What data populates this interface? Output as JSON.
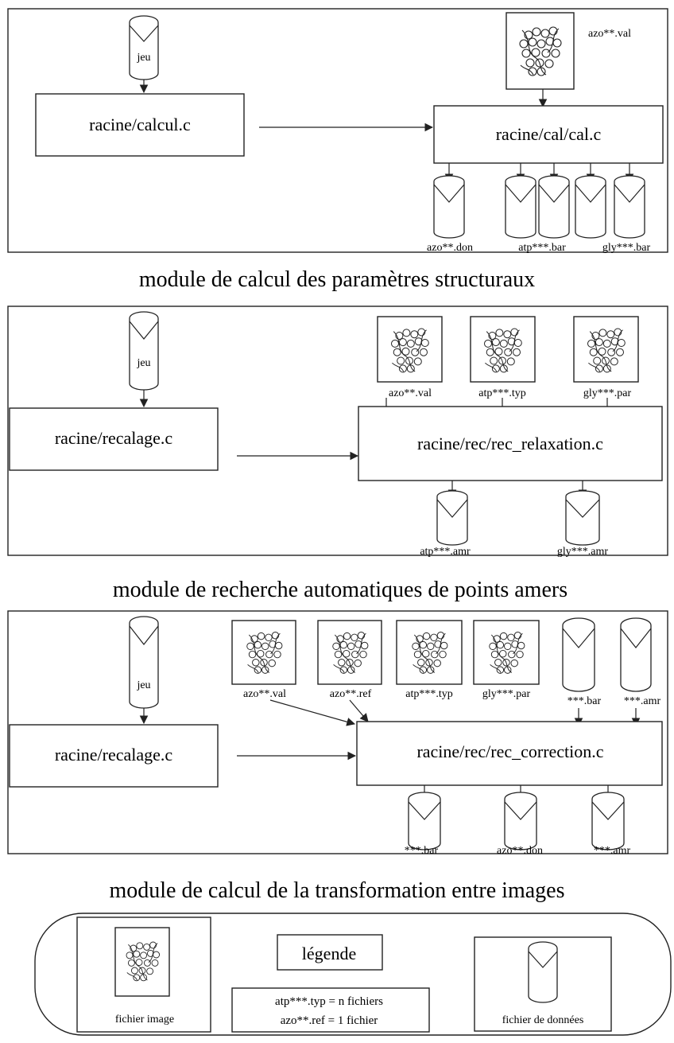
{
  "section1": {
    "caption": "module de calcul des paramètres structuraux",
    "jeu": "jeu",
    "box_left": "racine/calcul.c",
    "box_right": "racine/cal/cal.c",
    "image_label": "azo**.val",
    "out_don": "azo**.don",
    "out_atp": "atp***.bar",
    "out_gly": "gly***.bar"
  },
  "section2": {
    "caption": "module de recherche automatiques de points amers",
    "jeu": "jeu",
    "box_left": "racine/recalage.c",
    "box_right": "racine/rec/rec_relaxation.c",
    "img1": "azo**.val",
    "img2": "atp***.typ",
    "img3": "gly***.par",
    "out1": "atp***.amr",
    "out2": "gly***.amr"
  },
  "section3": {
    "caption": "module de calcul de la transformation entre images",
    "jeu": "jeu",
    "box_left": "racine/recalage.c",
    "box_right": "racine/rec/rec_correction.c",
    "img1": "azo**.val",
    "img2": "azo**.ref",
    "img3": "atp***.typ",
    "img4": "gly***.par",
    "in_bar": "***.bar",
    "in_amr": "***.amr",
    "out1": "***.bar",
    "out2": "azo**.don",
    "out3": "***.amr"
  },
  "legend": {
    "title": "légende",
    "image_label": "fichier image",
    "data_label": "fichier de données",
    "note1": "atp***.typ = n fichiers",
    "note2": "azo**.ref = 1 fichier"
  }
}
